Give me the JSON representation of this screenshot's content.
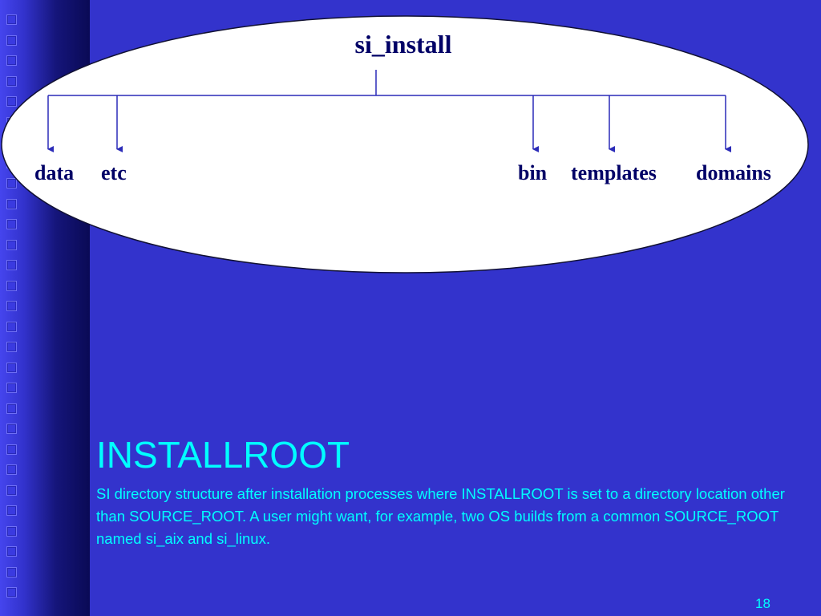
{
  "diagram": {
    "root": "si_install",
    "children": [
      "data",
      "etc",
      "bin",
      "templates",
      "domains"
    ]
  },
  "slide": {
    "title": "INSTALLROOT",
    "body": "SI directory structure after installation processes where INSTALLROOT is set to a directory location other than SOURCE_ROOT. A user might want, for example, two OS builds from a common SOURCE_ROOT named si_aix and si_linux.",
    "page_number": "18"
  },
  "colors": {
    "background": "#3333cc",
    "ellipse_fill": "#ffffff",
    "node_text": "#000066",
    "connector": "#2b2bb8",
    "caption_text": "#00ffff"
  }
}
